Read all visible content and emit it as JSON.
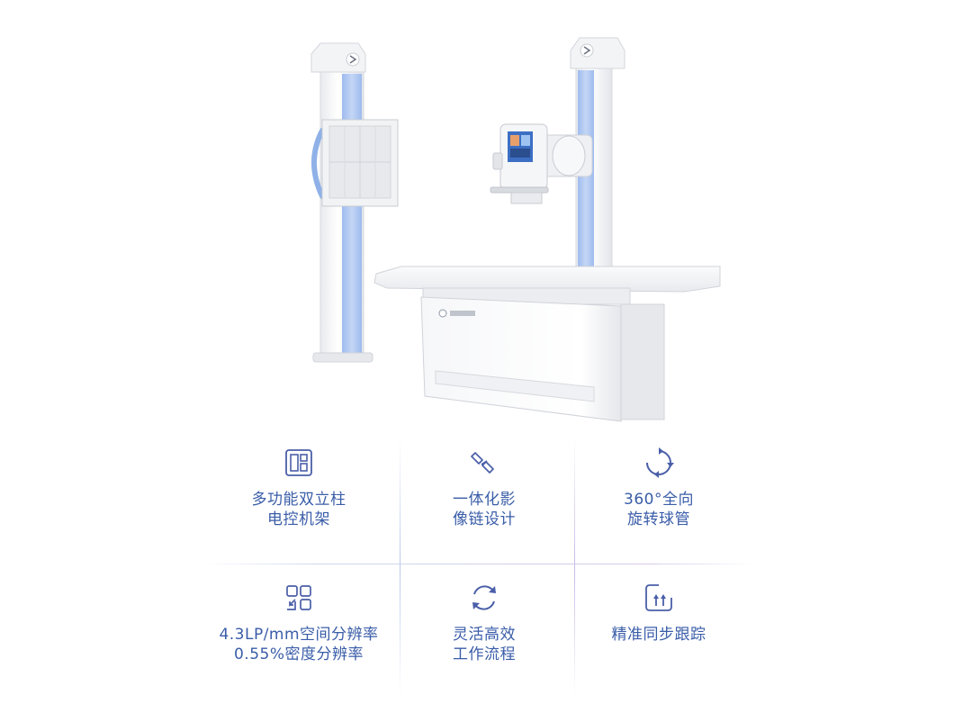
{
  "features": [
    {
      "icon": "panel-grid-icon",
      "lines": [
        "多功能双立柱",
        "电控机架"
      ]
    },
    {
      "icon": "link-chain-icon",
      "lines": [
        "一体化影",
        "像链设计"
      ]
    },
    {
      "icon": "rotate-arrows-icon",
      "lines": [
        "360°全向",
        "旋转球管"
      ]
    },
    {
      "icon": "resolution-grid-icon",
      "lines": [
        "4.3LP/mm空间分辨率",
        "0.55%密度分辨率"
      ]
    },
    {
      "icon": "refresh-cycle-icon",
      "lines": [
        "灵活高效",
        "工作流程"
      ]
    },
    {
      "icon": "tracking-arrows-icon",
      "lines": [
        "精准同步跟踪"
      ]
    }
  ],
  "colors": {
    "label": "#3a5da8",
    "icon": "#4a5fa8",
    "accent_blue": "#a9c4ef",
    "frame": "#f2f3f6"
  }
}
